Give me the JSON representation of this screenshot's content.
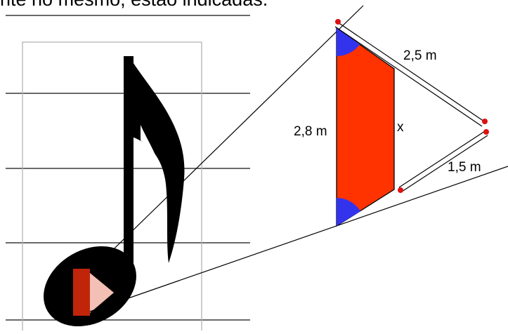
{
  "header": {
    "text": "nte no mesmo, estão indicadas."
  },
  "diagram": {
    "labels": {
      "left_side": "2,8 m",
      "top_side": "2,5 m",
      "bottom_side": "1,5 m",
      "unknown": "x"
    },
    "colors": {
      "trapezoid_fill": "#ff3300",
      "angle_fill": "#3333ee",
      "point": "#dd1111",
      "play_icon_dark": "#c0250a",
      "play_icon_light": "#f2c0b4"
    },
    "icons": {
      "music_note": "eighth-note-icon",
      "play": "play-icon"
    }
  }
}
